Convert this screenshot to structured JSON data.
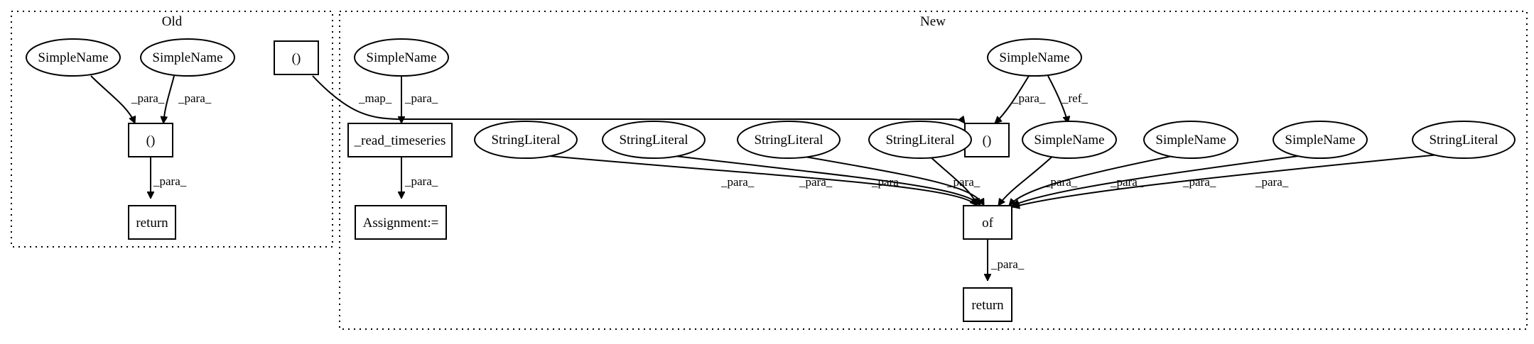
{
  "clusters": {
    "old": {
      "title": "Old"
    },
    "new": {
      "title": "New"
    }
  },
  "nodes": {
    "old_simplename_1": "SimpleName",
    "old_simplename_2": "SimpleName",
    "old_paren": "()",
    "old_return": "return",
    "paren_top": "()",
    "new_simplename_read": "SimpleName",
    "read_timeseries": "_read_timeseries",
    "assignment": "Assignment:=",
    "new_simplename_top": "SimpleName",
    "new_paren": "()",
    "string_literal_1": "StringLiteral",
    "string_literal_2": "StringLiteral",
    "string_literal_3": "StringLiteral",
    "string_literal_4": "StringLiteral",
    "new_simplename_ref": "SimpleName",
    "new_simplename_b": "SimpleName",
    "new_simplename_c": "SimpleName",
    "string_literal_5": "StringLiteral",
    "of": "of",
    "new_return": "return"
  },
  "edge_labels": {
    "para": "_para_",
    "map": "_map_",
    "ref": "_ref_"
  }
}
